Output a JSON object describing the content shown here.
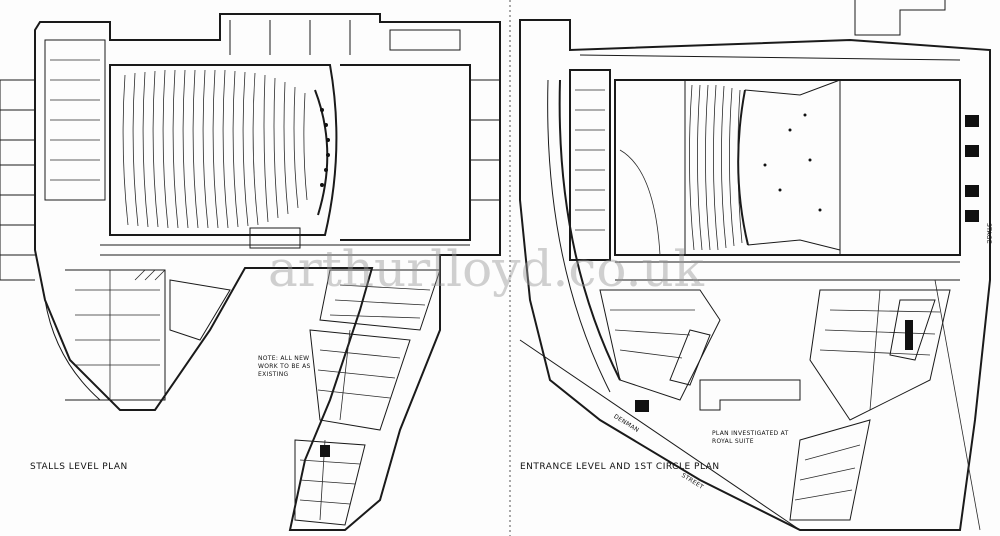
{
  "plans": {
    "left_title": "STALLS LEVEL PLAN",
    "right_title": "ENTRANCE LEVEL AND 1ST CIRCLE PLAN",
    "street_label": "DENMAN",
    "street_label_2": "STREET",
    "royal_suite_note": "PLAN INVESTIGATED AT ROYAL SUITE",
    "stage_label": "STAGE",
    "note_text": "NOTE: ALL NEW WORK TO BE AS EXISTING"
  },
  "watermark": "arthurlloyd.co.uk"
}
